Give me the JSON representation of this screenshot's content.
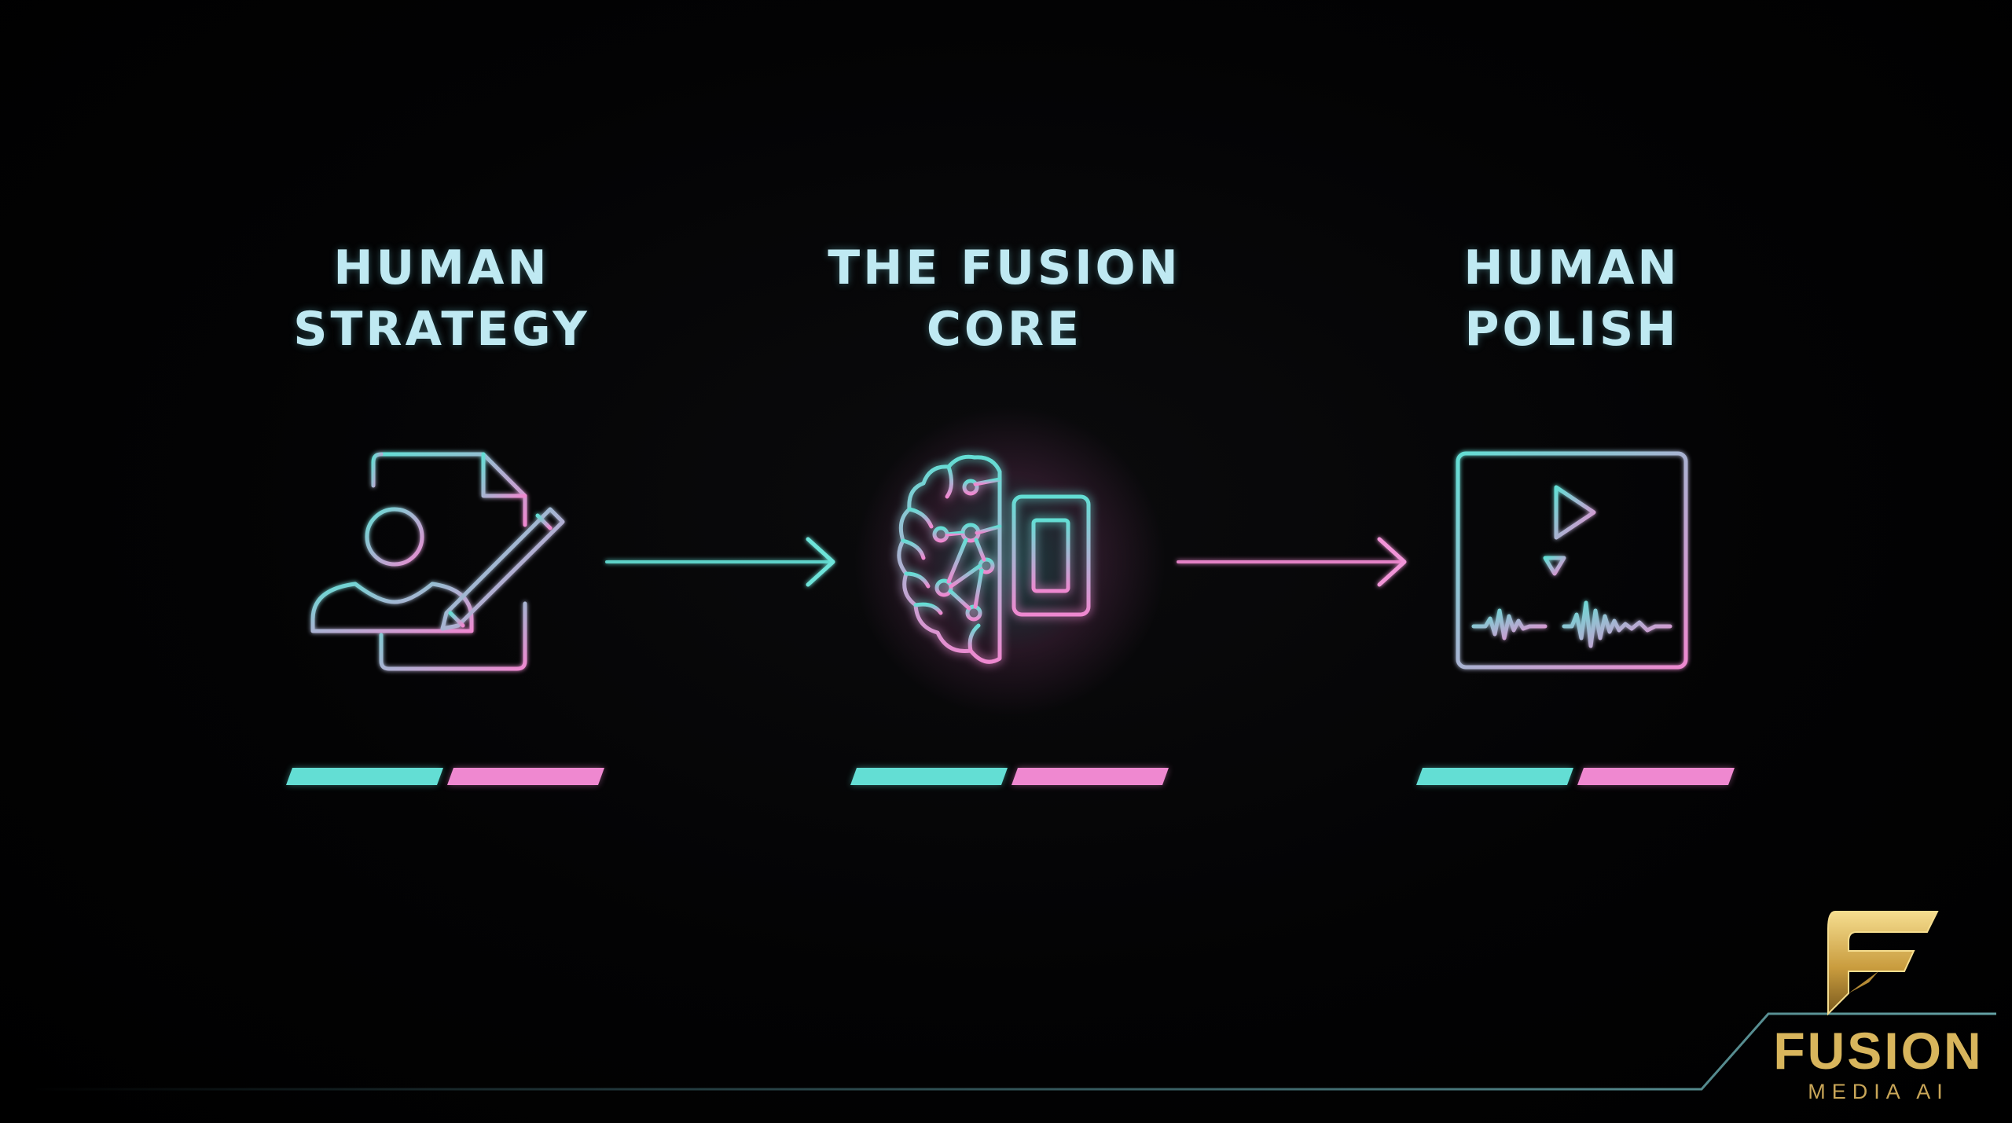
{
  "steps": [
    {
      "title_line1": "HUMAN",
      "title_line2": "STRATEGY",
      "icon": "document-person-pen-icon"
    },
    {
      "title_line1": "THE FUSION",
      "title_line2": "CORE",
      "icon": "brain-chip-icon"
    },
    {
      "title_line1": "HUMAN",
      "title_line2": "POLISH",
      "icon": "video-editor-icon"
    }
  ],
  "arrows": [
    "arrow-right-icon",
    "arrow-right-icon"
  ],
  "colors": {
    "teal": "#63ded4",
    "pink": "#ef88d0",
    "title": "#bfe9f2",
    "background": "#000000",
    "gold": "#d8b55c"
  },
  "logo": {
    "word": "FUSION",
    "sub": "MEDIA AI",
    "icon": "fusion-f-logo-icon"
  }
}
